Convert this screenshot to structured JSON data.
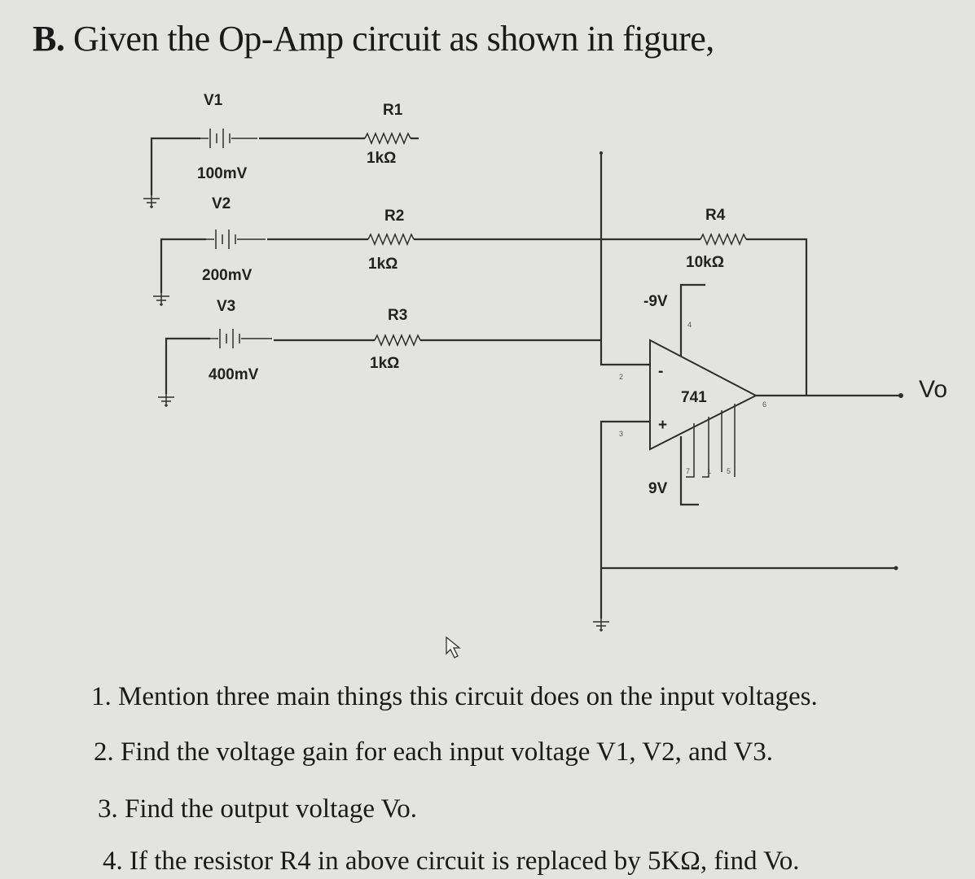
{
  "heading": {
    "prefix": "B.",
    "text": "Given the Op-Amp circuit as shown in figure,"
  },
  "circuit": {
    "sources": [
      {
        "name": "V1",
        "value": "100mV"
      },
      {
        "name": "V2",
        "value": "200mV"
      },
      {
        "name": "V3",
        "value": "400mV"
      }
    ],
    "resistors": [
      {
        "name": "R1",
        "value": "1kΩ"
      },
      {
        "name": "R2",
        "value": "1kΩ"
      },
      {
        "name": "R3",
        "value": "1kΩ"
      },
      {
        "name": "R4",
        "value": "10kΩ"
      }
    ],
    "opamp": {
      "model": "741",
      "neg_supply": "-9V",
      "pos_supply": "9V",
      "inv_symbol": "-",
      "noninv_symbol": "+",
      "pins": [
        "2",
        "3",
        "4",
        "6",
        "7",
        "1",
        "5"
      ]
    },
    "output_label": "Vo"
  },
  "questions": [
    "1. Mention three main things this circuit does on the input voltages.",
    "2. Find the voltage gain for each input voltage V1, V2, and V3.",
    "3. Find the output voltage Vo.",
    "4. If the resistor R4 in above circuit is replaced by 5KΩ, find Vo."
  ]
}
